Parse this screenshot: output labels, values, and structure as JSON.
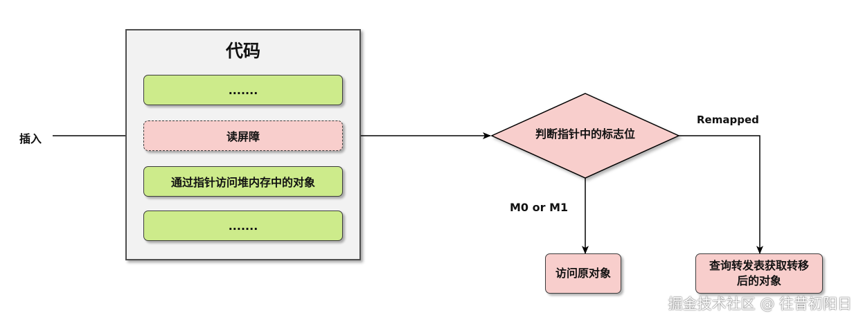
{
  "diagram": {
    "container_title": "代码",
    "steps": [
      {
        "text": "......."
      },
      {
        "text": "读屏障"
      },
      {
        "text": "通过指针访问堆内存中的对象"
      },
      {
        "text": "......."
      }
    ],
    "insert_label": "插入",
    "decision": "判断指针中的标志位",
    "branch_left_label": "M0 or M1",
    "branch_right_label": "Remapped",
    "result_left": "访问原对象",
    "result_right_line1": "查询转发表获取转移",
    "result_right_line2": "后的对象"
  },
  "watermark": "掘金技术社区 @ 往昔初阳日",
  "colors": {
    "container_fill": "#f2f2f2",
    "step_green": "#cdeb8b",
    "step_pink": "#f8cecc",
    "decision_fill": "#f8cecc",
    "stroke": "#000000"
  }
}
